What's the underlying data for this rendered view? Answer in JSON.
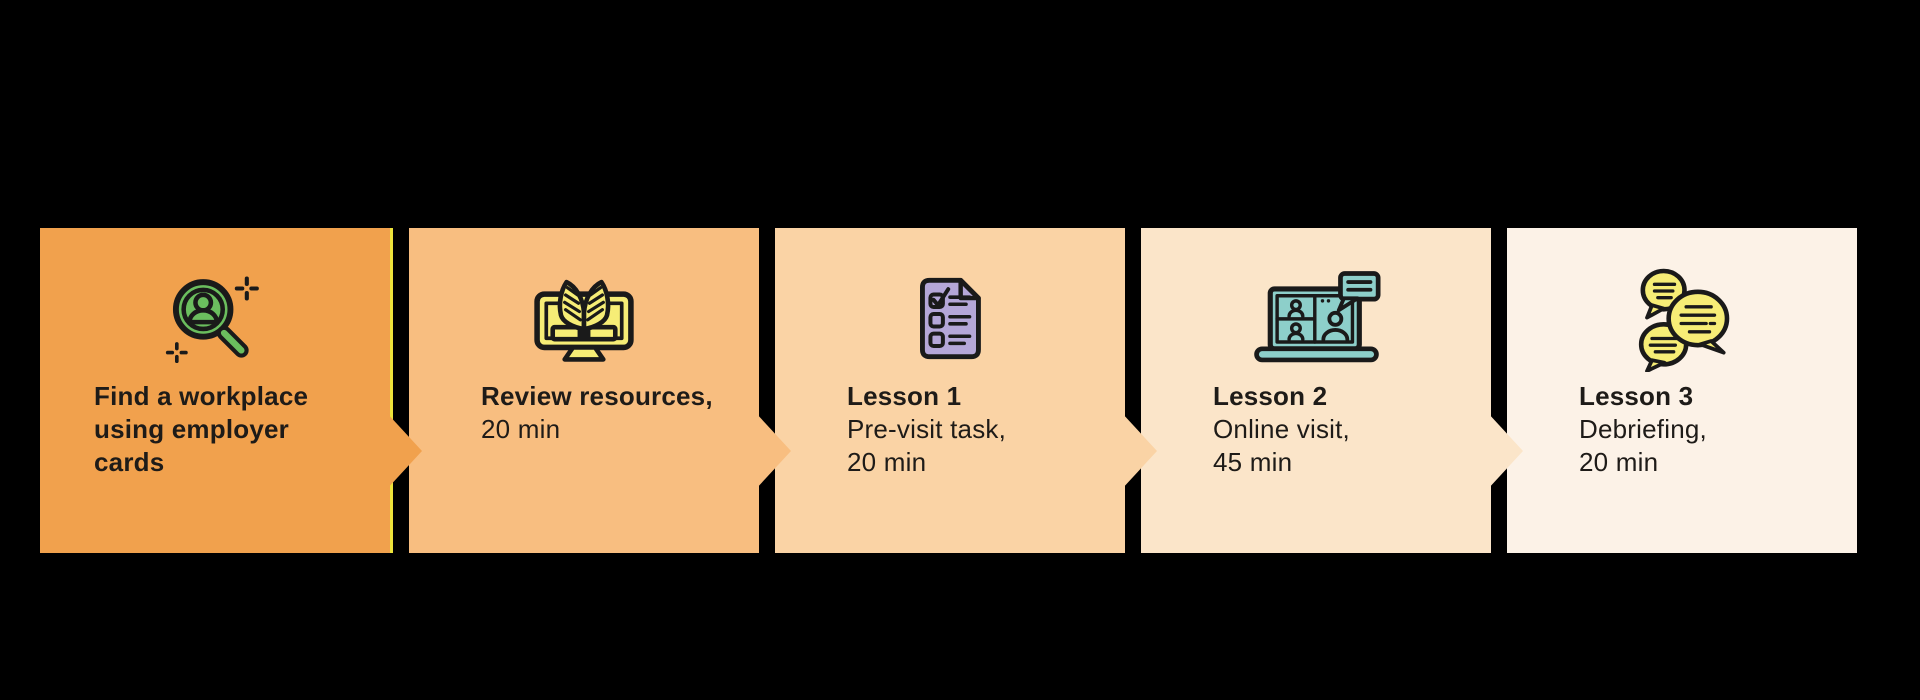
{
  "theme": {
    "page-bg": "#000000",
    "text": "#1E1B18",
    "outline": "#1A1A1A",
    "icon-green": "#6BBE5E",
    "icon-yellow": "#F6ED76",
    "icon-purple": "#B5A7D8",
    "icon-teal": "#8DCFCA",
    "card1-edge-accent": "#EDE33B"
  },
  "cards": [
    {
      "bg": "#F1A14D",
      "icon": "magnifier-user-icon",
      "bold_lines": [
        "Find a workplace",
        "using employer",
        "cards"
      ],
      "normal_lines": []
    },
    {
      "bg": "#F8BE80",
      "icon": "monitor-book-icon",
      "bold_lines": [
        "Review resources,"
      ],
      "normal_lines": [
        "20 min"
      ]
    },
    {
      "bg": "#FAD3A5",
      "icon": "checklist-document-icon",
      "bold_lines": [
        "Lesson 1"
      ],
      "normal_lines": [
        "Pre-visit task,",
        "20 min"
      ]
    },
    {
      "bg": "#FBE5C9",
      "icon": "laptop-video-call-icon",
      "bold_lines": [
        "Lesson 2"
      ],
      "normal_lines": [
        "Online visit,",
        "45 min"
      ]
    },
    {
      "bg": "#FCF2E7",
      "icon": "speech-bubbles-icon",
      "bold_lines": [
        "Lesson 3"
      ],
      "normal_lines": [
        "Debriefing,",
        "20 min"
      ]
    }
  ]
}
